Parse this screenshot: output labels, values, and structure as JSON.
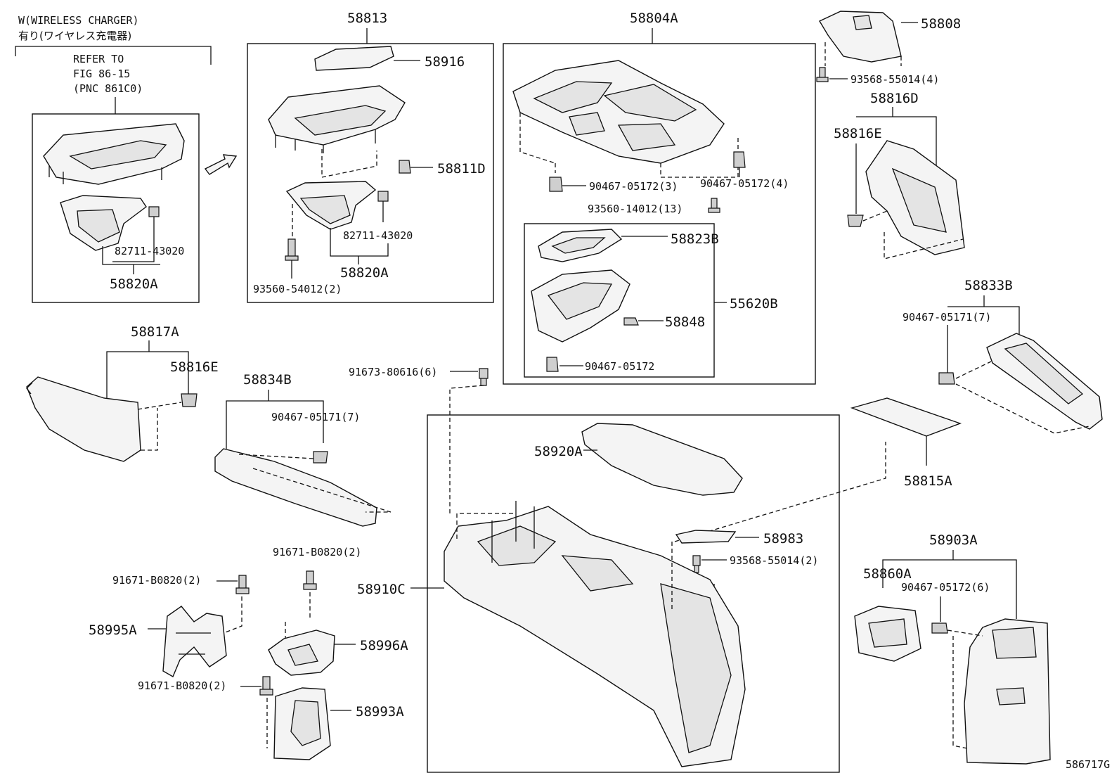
{
  "header": {
    "variant": "W(WIRELESS CHARGER)",
    "variant_jp": "有り(ワイヤレス充電器)",
    "refer_line1": "REFER TO",
    "refer_line2": "FIG 86-15",
    "refer_line3": "(PNC 861C0)"
  },
  "figure_id": "586717G",
  "labels": {
    "p58813": "58813",
    "p58916": "58916",
    "p58811D": "58811D",
    "p82711_a": "82711-43020",
    "p82711_b": "82711-43020",
    "p58820A_a": "58820A",
    "p58820A_b": "58820A",
    "p93560_54012": "93560-54012(2)",
    "p58804A": "58804A",
    "p90467_05172_3": "90467-05172(3)",
    "p90467_05172_4": "90467-05172(4)",
    "p93560_14012": "93560-14012(13)",
    "p58823B": "58823B",
    "p55620B": "55620B",
    "p58848": "58848",
    "p90467_05172": "90467-05172",
    "p58808": "58808",
    "p93568_55014_4": "93568-55014(4)",
    "p58816D": "58816D",
    "p58816E_a": "58816E",
    "p58817A": "58817A",
    "p58816E_b": "58816E",
    "p58834B": "58834B",
    "p90467_05171_a": "90467-05171(7)",
    "p91673": "91673-80616(6)",
    "p58833B": "58833B",
    "p90467_05171_b": "90467-05171(7)",
    "p58815A": "58815A",
    "p58920A": "58920A",
    "p58983": "58983",
    "p93568_55014_2": "93568-55014(2)",
    "p58910C": "58910C",
    "p58903A": "58903A",
    "p58860A": "58860A",
    "p90467_05172_6": "90467-05172(6)",
    "p91671_a": "91671-B0820(2)",
    "p91671_b": "91671-B0820(2)",
    "p91671_c": "91671-B0820(2)",
    "p58995A": "58995A",
    "p58996A": "58996A",
    "p58993A": "58993A"
  }
}
